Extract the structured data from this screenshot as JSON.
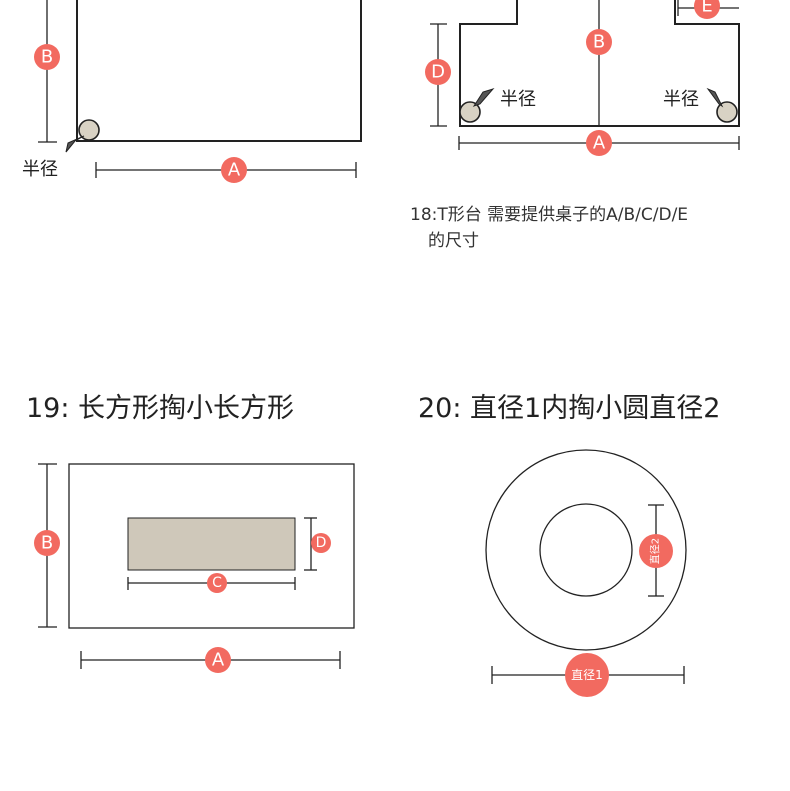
{
  "colors": {
    "badge": "#f26a60",
    "line": "#222222",
    "fill_rect": "#cfc8ba",
    "knob": "#d8d2c4"
  },
  "d17": {
    "badge_a": "A",
    "badge_b": "B",
    "radius_label": "半径"
  },
  "d18": {
    "badge_a": "A",
    "badge_b": "B",
    "badge_d": "D",
    "badge_e": "E",
    "radius_left": "半径",
    "radius_right": "半径",
    "note_line1": "18:T形台   需要提供桌子的A/B/C/D/E",
    "note_line2": "的尺寸"
  },
  "d19": {
    "title": "19: 长方形掏小长方形",
    "badge_a": "A",
    "badge_b": "B",
    "badge_c": "C",
    "badge_d": "D"
  },
  "d20": {
    "title": "20: 直径1内掏小圆直径2",
    "badge_d1": "直径1",
    "badge_d2": "直径2"
  }
}
